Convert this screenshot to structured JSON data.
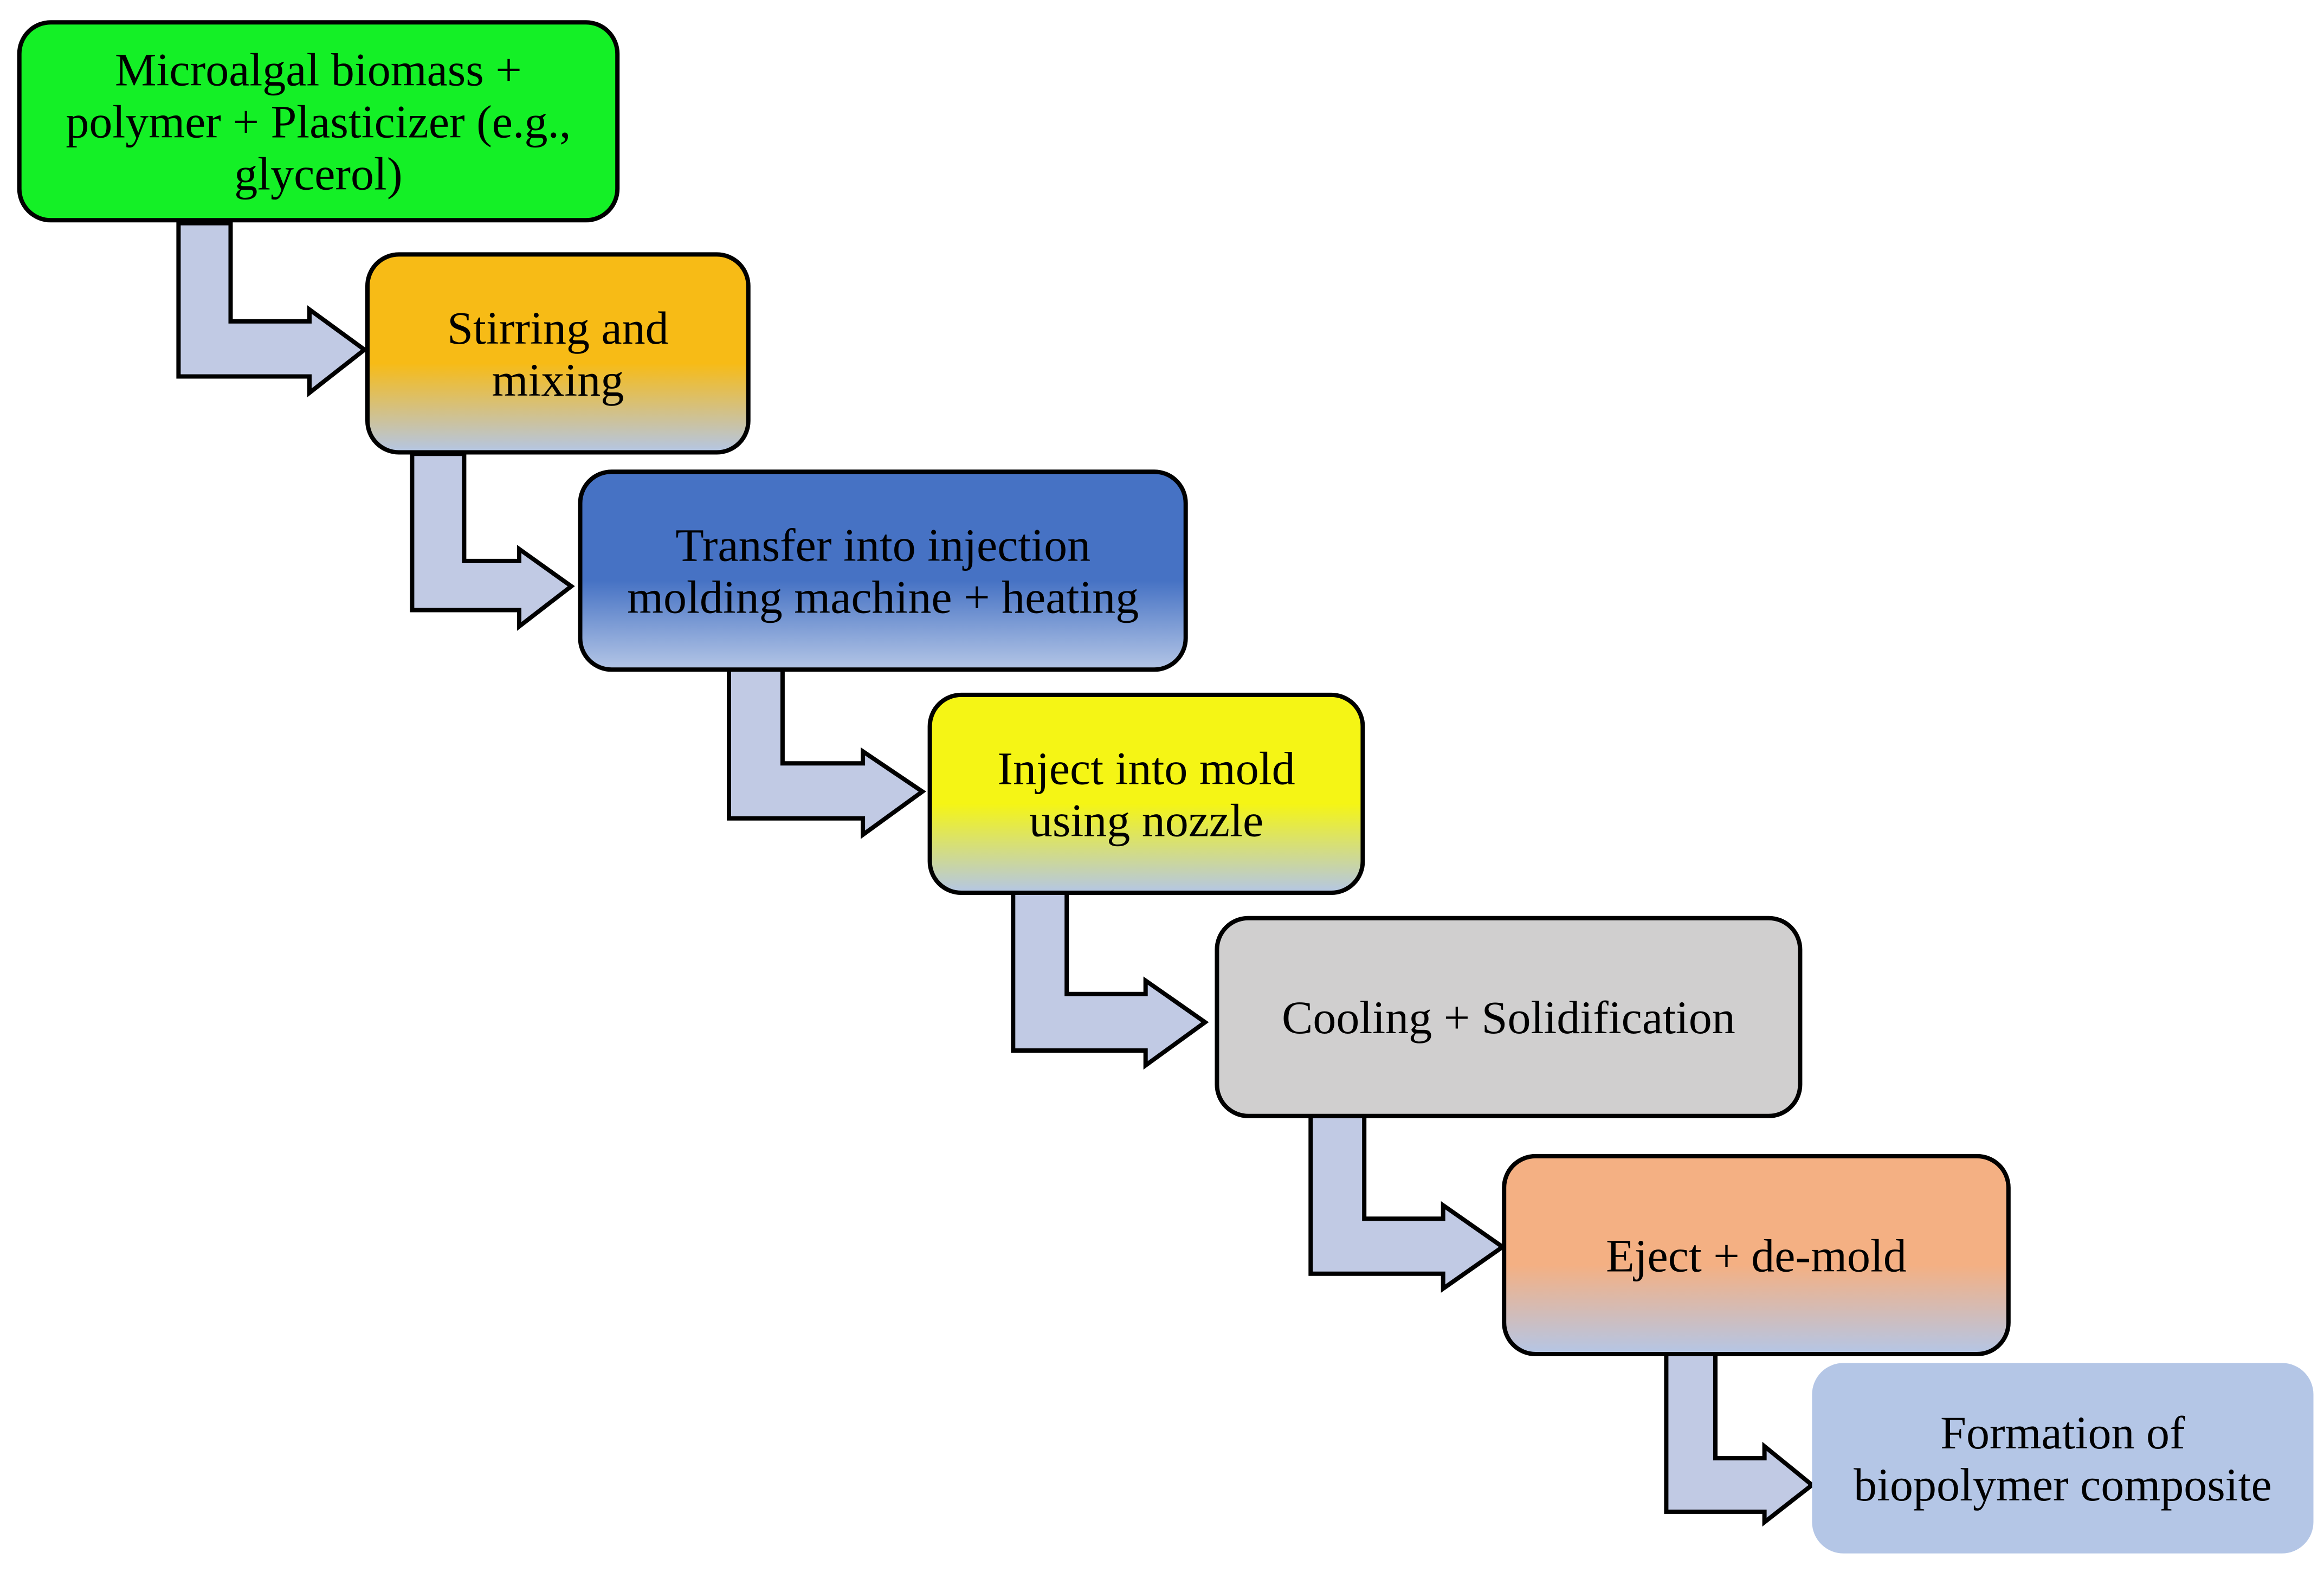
{
  "steps": [
    {
      "id": "step-1",
      "lines": [
        "Microalgal biomass +",
        "polymer + Plasticizer (e.g.,",
        "glycerol)"
      ],
      "colors": [
        "#14f026",
        "#14f026"
      ]
    },
    {
      "id": "step-2",
      "lines": [
        "Stirring and",
        "mixing"
      ],
      "colors": [
        "#f7bb16",
        "#b4c6e6"
      ]
    },
    {
      "id": "step-3",
      "lines": [
        "Transfer into injection",
        "molding machine + heating"
      ],
      "colors": [
        "#4672c4",
        "#b4c6e6"
      ]
    },
    {
      "id": "step-4",
      "lines": [
        "Inject into mold",
        "using nozzle"
      ],
      "colors": [
        "#f5f515",
        "#b4c6e6"
      ]
    },
    {
      "id": "step-5",
      "lines": [
        "Cooling + Solidification"
      ],
      "colors": [
        "#d0cfcf",
        "#d0cfcf"
      ]
    },
    {
      "id": "step-6",
      "lines": [
        "Eject + de-mold"
      ],
      "colors": [
        "#f4b083",
        "#b4c6e6"
      ]
    },
    {
      "id": "step-7",
      "lines": [
        "Formation of",
        "biopolymer composite"
      ],
      "colors": [
        "#b4c6e6",
        "#b4c6e6"
      ]
    }
  ],
  "colors": {
    "arrow_fill": "#c1cae4",
    "outline": "#000000"
  }
}
